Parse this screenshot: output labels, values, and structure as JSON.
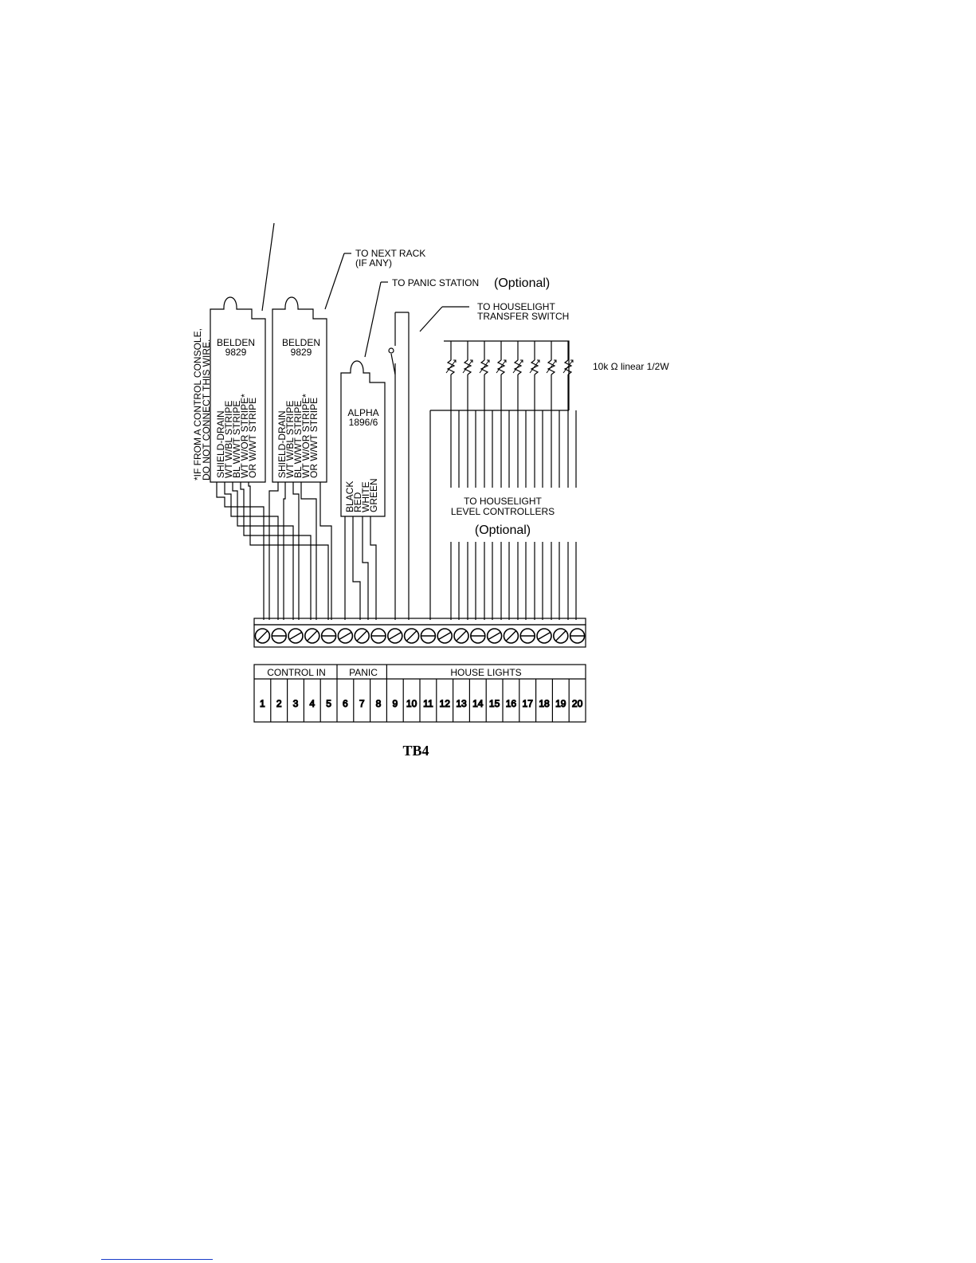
{
  "diagram": {
    "title": "TB4",
    "note": [
      "*IF FROM A CONTROL CONSOLE,",
      "DO NOT CONNECT THIS WIRE."
    ],
    "to_next_rack": [
      "TO NEXT RACK",
      "(IF ANY)"
    ],
    "to_panic_station": "TO PANIC STATION",
    "optional": "(Optional)",
    "to_transfer_switch": [
      "TO HOUSELIGHT",
      "TRANSFER SWITCH"
    ],
    "resistor_label": "10k Ω linear 1/2W",
    "to_level_controllers": [
      "TO HOUSELIGHT",
      "LEVEL CONTROLLERS"
    ],
    "cable1": {
      "name": [
        "BELDEN",
        "9829"
      ],
      "wires": [
        "SHIELD-DRAIN",
        "WT W/BL STRIPE",
        "BL W/WT STRIPE",
        "WT W/OR STRIPE*",
        "OR W/WT STRIPE"
      ]
    },
    "cable2": {
      "name": [
        "BELDEN",
        "9829"
      ],
      "wires": [
        "SHIELD-DRAIN",
        "WT W/BL STRIPE",
        "BL W/WT STRIPE",
        "WT W/OR STRIPE*",
        "OR W/WT STRIPE"
      ]
    },
    "cable3": {
      "name": [
        "ALPHA",
        "1896/6"
      ],
      "wires": [
        "BLACK",
        "RED",
        "WHITE",
        "GREEN"
      ]
    },
    "groups": [
      "CONTROL IN",
      "PANIC",
      "HOUSE LIGHTS"
    ],
    "terminals": [
      "1",
      "2",
      "3",
      "4",
      "5",
      "6",
      "7",
      "8",
      "9",
      "10",
      "11",
      "12",
      "13",
      "14",
      "15",
      "16",
      "17",
      "18",
      "19",
      "20"
    ]
  }
}
